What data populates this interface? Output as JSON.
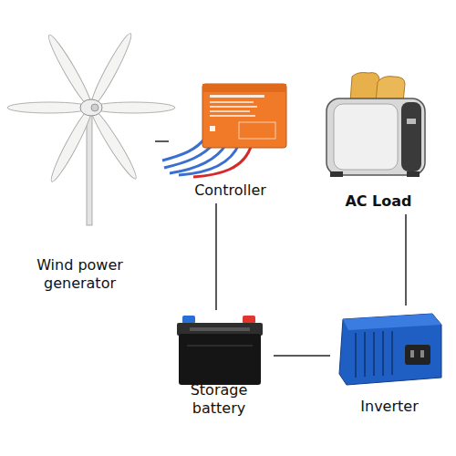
{
  "diagram": {
    "nodes": [
      {
        "text": [
          "Wind power generator"
        ]
      },
      {
        "text": [
          "Controller"
        ]
      },
      {
        "text": [
          "AC Load"
        ]
      },
      {
        "text": [
          "Storage battery"
        ]
      },
      {
        "text": [
          "Inverter"
        ]
      }
    ],
    "edges": [
      {
        "from": 0,
        "to": 1,
        "arrow": "none"
      },
      {
        "from": 1,
        "to": 3,
        "arrow": "none"
      },
      {
        "from": 3,
        "to": 4,
        "arrow": "none"
      },
      {
        "from": 2,
        "to": 4,
        "arrow": "none"
      }
    ]
  }
}
